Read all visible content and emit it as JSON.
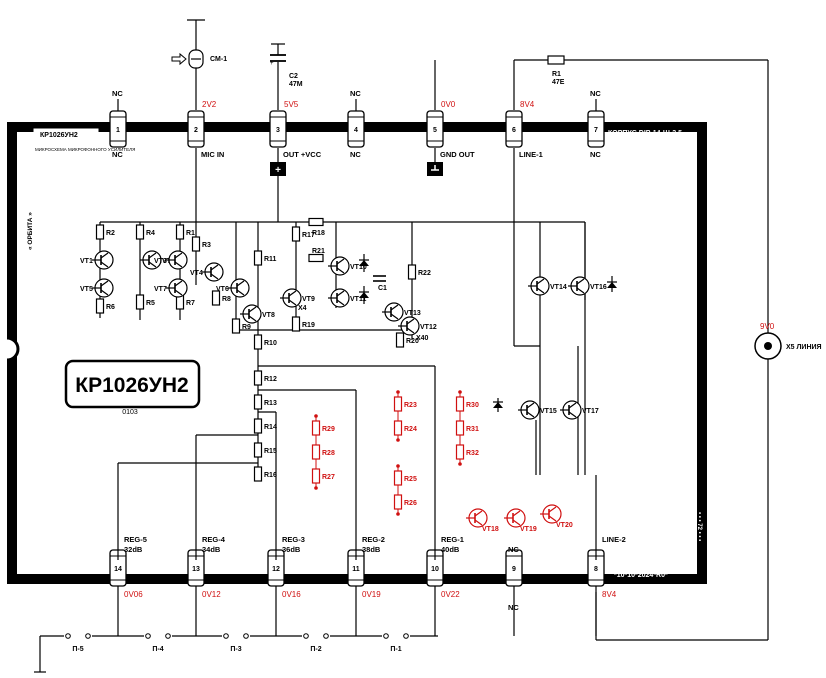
{
  "chip": {
    "name": "КР1026УН2",
    "name_small": "КР1026УН2",
    "description": "МИКРОСХЕМА МИКРОФОННОГО УСИЛИТЕЛЯ",
    "logo": "« ОРБИТА »",
    "code": "0103",
    "package": "КОРПУС DIP-14-Ш-2,5",
    "date_mark": "*10*10*2024*R0*",
    "side_dots": "• • • 72 • • •"
  },
  "top_pins": [
    {
      "num": "1",
      "name": "NC",
      "voltage": "",
      "outer": "NC"
    },
    {
      "num": "2",
      "name": "MIC IN",
      "voltage": "2V2",
      "outer": ""
    },
    {
      "num": "3",
      "name": "OUT +VCC",
      "voltage": "5V5",
      "outer": ""
    },
    {
      "num": "4",
      "name": "NC",
      "voltage": "",
      "outer": "NC"
    },
    {
      "num": "5",
      "name": "GND OUT",
      "voltage": "0V0",
      "outer": ""
    },
    {
      "num": "6",
      "name": "LINE-1",
      "voltage": "8V4",
      "outer": ""
    },
    {
      "num": "7",
      "name": "NC",
      "voltage": "",
      "outer": "NC"
    }
  ],
  "bottom_pins": [
    {
      "num": "14",
      "name": "REG-5",
      "db": "32dB",
      "voltage": "0V06"
    },
    {
      "num": "13",
      "name": "REG-4",
      "db": "34dB",
      "voltage": "0V12"
    },
    {
      "num": "12",
      "name": "REG-3",
      "db": "36dB",
      "voltage": "0V16"
    },
    {
      "num": "11",
      "name": "REG-2",
      "db": "38dB",
      "voltage": "0V19"
    },
    {
      "num": "10",
      "name": "REG-1",
      "db": "40dB",
      "voltage": "0V22"
    },
    {
      "num": "9",
      "name": "NC",
      "db": "",
      "voltage": "",
      "outer": "NC"
    },
    {
      "num": "8",
      "name": "LINE-2",
      "db": "",
      "voltage": "8V4"
    }
  ],
  "external": {
    "mic": "CM-1",
    "c2_name": "C2",
    "c2_value": "47M",
    "r1_name": "R1",
    "r1_value": "47E",
    "x5_voltage": "9V0",
    "x5_label": "X5 ЛИНИЯ",
    "switches": [
      "П-5",
      "П-4",
      "П-3",
      "П-2",
      "П-1"
    ]
  },
  "internal": {
    "resistors_black": [
      "R2",
      "R4",
      "R1",
      "R3",
      "R5",
      "R7",
      "R6",
      "R8",
      "R9",
      "R11",
      "R17",
      "R18",
      "R21",
      "R19",
      "R20",
      "R22",
      "R10",
      "R12",
      "R13",
      "R14",
      "R15",
      "R16"
    ],
    "resistors_red": [
      "R29",
      "R28",
      "R27",
      "R23",
      "R24",
      "R25",
      "R26",
      "R30",
      "R31",
      "R32"
    ],
    "transistors": [
      "VT1",
      "VT2",
      "VT3",
      "VT4",
      "VT5",
      "VT7",
      "VT6",
      "VT8",
      "VT9",
      "VT10",
      "VT11",
      "VT13",
      "VT12",
      "VT14",
      "VT16",
      "VT15",
      "VT17"
    ],
    "transistors_red": [
      "VT18",
      "VT19",
      "VT20"
    ],
    "c1": "C1",
    "x4": "X4",
    "x40": "X40"
  }
}
